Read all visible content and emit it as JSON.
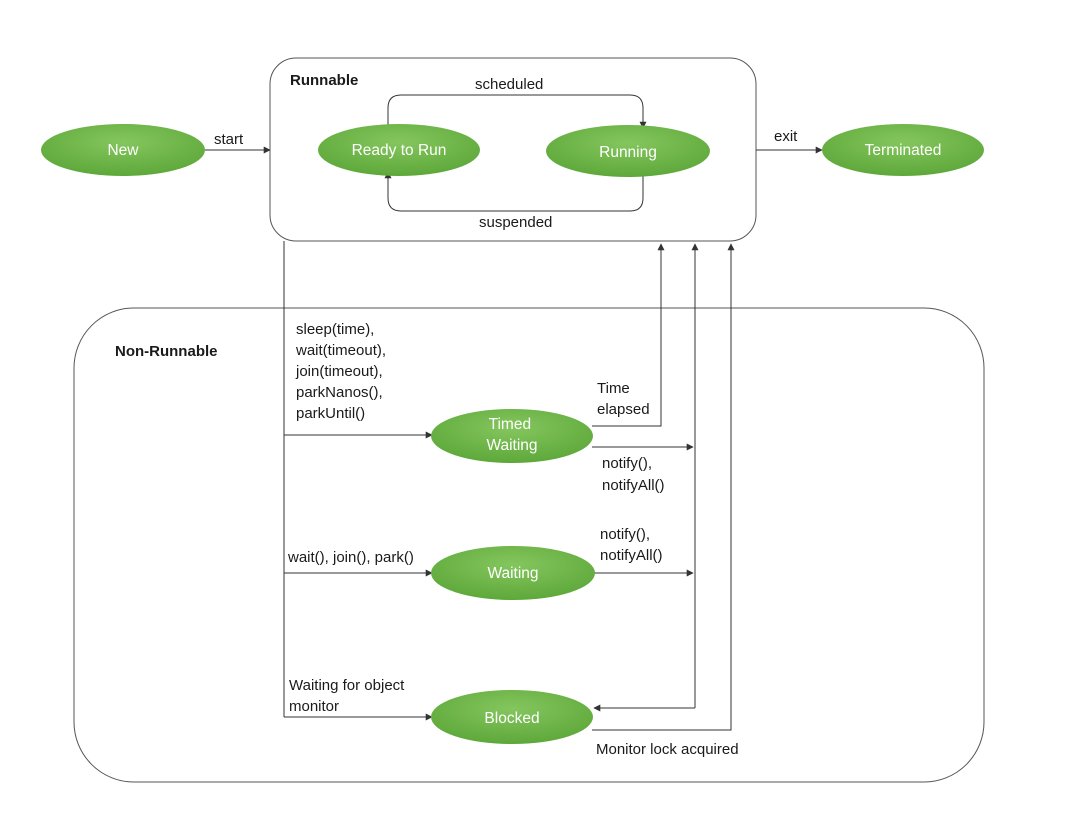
{
  "diagram": {
    "groups": {
      "runnable": "Runnable",
      "non_runnable": "Non-Runnable"
    },
    "states": {
      "new": "New",
      "ready_to_run": "Ready to Run",
      "running": "Running",
      "terminated": "Terminated",
      "timed_waiting": [
        "Timed",
        "Waiting"
      ],
      "waiting": "Waiting",
      "blocked": "Blocked"
    },
    "transitions": {
      "start": "start",
      "exit": "exit",
      "scheduled": "scheduled",
      "suspended": "suspended",
      "timed_entry": [
        "sleep(time),",
        "wait(timeout),",
        "join(timeout),",
        "parkNanos(),",
        "parkUntil()"
      ],
      "time_elapsed": [
        "Time",
        "elapsed"
      ],
      "timed_notify": [
        "notify(),",
        "notifyAll()"
      ],
      "waiting_entry": "wait(), join(), park()",
      "waiting_notify": [
        "notify(),",
        "notifyAll()"
      ],
      "blocked_entry": [
        "Waiting for object",
        "monitor"
      ],
      "monitor_acquired": "Monitor lock acquired"
    },
    "colors": {
      "state_fill": "#6ab245",
      "state_fill_light": "#84c65e",
      "state_text": "#ffffff",
      "line": "#333333",
      "text": "#1a1a1a"
    }
  }
}
